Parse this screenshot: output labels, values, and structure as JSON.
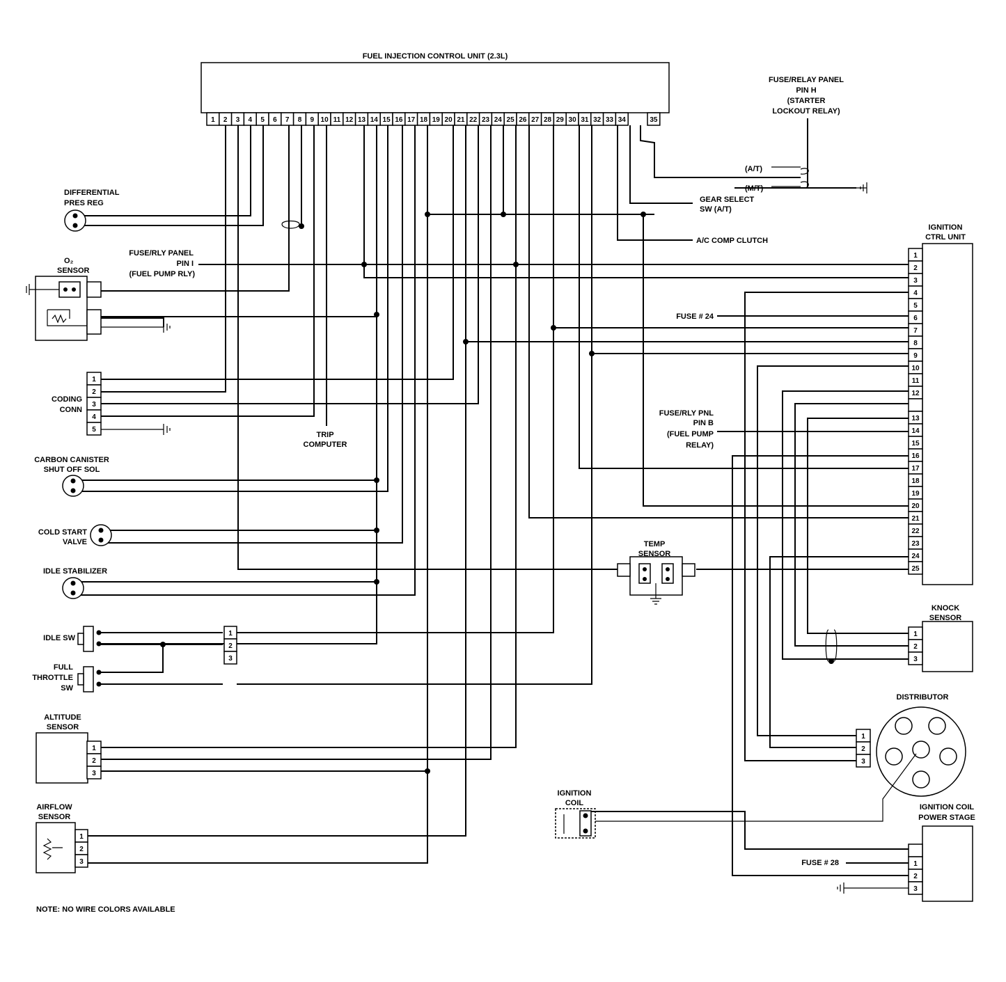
{
  "title": "FUEL INJECTION CONTROL UNIT (2.3L)",
  "ecu_pins": [
    "1",
    "2",
    "3",
    "4",
    "5",
    "6",
    "7",
    "8",
    "9",
    "10",
    "11",
    "12",
    "13",
    "14",
    "15",
    "16",
    "17",
    "18",
    "19",
    "20",
    "21",
    "22",
    "23",
    "24",
    "25",
    "26",
    "27",
    "28",
    "29",
    "30",
    "31",
    "32",
    "33",
    "34",
    "35"
  ],
  "labels": {
    "fuse_relay_panel": [
      "FUSE/RELAY PANEL",
      "PIN H",
      "(STARTER",
      "LOCKOUT RELAY)"
    ],
    "at": "(A/T)",
    "mt": "(M/T)",
    "gear_select": [
      "GEAR SELECT",
      "SW (A/T)"
    ],
    "ac_comp": "A/C COMP CLUTCH",
    "diff_pres": [
      "DIFFERENTIAL",
      "PRES REG"
    ],
    "o2_sensor": [
      "O₂",
      "SENSOR"
    ],
    "fuse_rly_pin_i": [
      "FUSE/RLY PANEL",
      "PIN I",
      "(FUEL PUMP RLY)"
    ],
    "coding_conn": [
      "CODING",
      "CONN"
    ],
    "trip_computer": [
      "TRIP",
      "COMPUTER"
    ],
    "carbon_canister": [
      "CARBON CANISTER",
      "SHUT OFF SOL"
    ],
    "cold_start": [
      "COLD START",
      "VALVE"
    ],
    "idle_stabilizer": "IDLE STABILIZER",
    "idle_sw": "IDLE SW",
    "full_throttle": [
      "FULL",
      "THROTTLE",
      "SW"
    ],
    "altitude_sensor": [
      "ALTITUDE",
      "SENSOR"
    ],
    "airflow_sensor": [
      "AIRFLOW",
      "SENSOR"
    ],
    "temp_sensor": [
      "TEMP",
      "SENSOR"
    ],
    "ignition_ctrl_unit": [
      "IGNITION",
      "CTRL UNIT"
    ],
    "fuse_24": "FUSE # 24",
    "fuse_rly_pin_b": [
      "FUSE/RLY PNL",
      "PIN B",
      "(FUEL PUMP",
      "RELAY)"
    ],
    "knock_sensor": [
      "KNOCK",
      "SENSOR"
    ],
    "distributor": "DISTRIBUTOR",
    "ignition_coil": [
      "IGNITION",
      "COIL"
    ],
    "ign_coil_power_stage": [
      "IGNITION COIL",
      "POWER STAGE"
    ],
    "fuse_28": "FUSE # 28",
    "note": "NOTE: NO WIRE COLORS AVAILABLE"
  },
  "icu_pins": [
    "1",
    "2",
    "3",
    "4",
    "5",
    "6",
    "7",
    "8",
    "9",
    "10",
    "11",
    "12",
    "",
    "13",
    "14",
    "15",
    "16",
    "17",
    "18",
    "19",
    "20",
    "21",
    "22",
    "23",
    "24",
    "25"
  ],
  "coding_pins": [
    "1",
    "2",
    "3",
    "4",
    "5"
  ],
  "pins_123": [
    "1",
    "2",
    "3"
  ]
}
